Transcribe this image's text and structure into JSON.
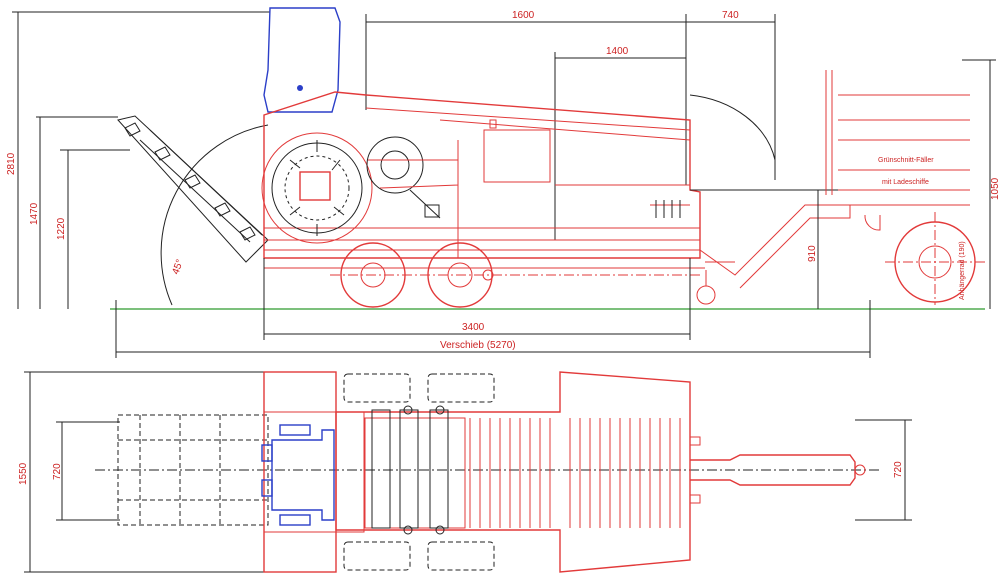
{
  "side_view": {
    "dims": {
      "top_length": "1600",
      "top_right": "740",
      "mid_length": "1400",
      "height_total": "2810",
      "height_left": "1470",
      "height_inner": "1220",
      "angle": "45°",
      "base_length": "3400",
      "overall_length": "Verschieb (5270)",
      "right_height": "1050",
      "hitch_height": "910"
    },
    "labels": {
      "right_label_1": "Grünschnitt-Fäller",
      "right_label_2": "mit Ladeschiffe",
      "wheel_label": "Anhängerrad (190)"
    }
  },
  "top_view": {
    "dims": {
      "total_width": "1550",
      "inner_width_left": "720",
      "inner_width_right": "720"
    }
  }
}
